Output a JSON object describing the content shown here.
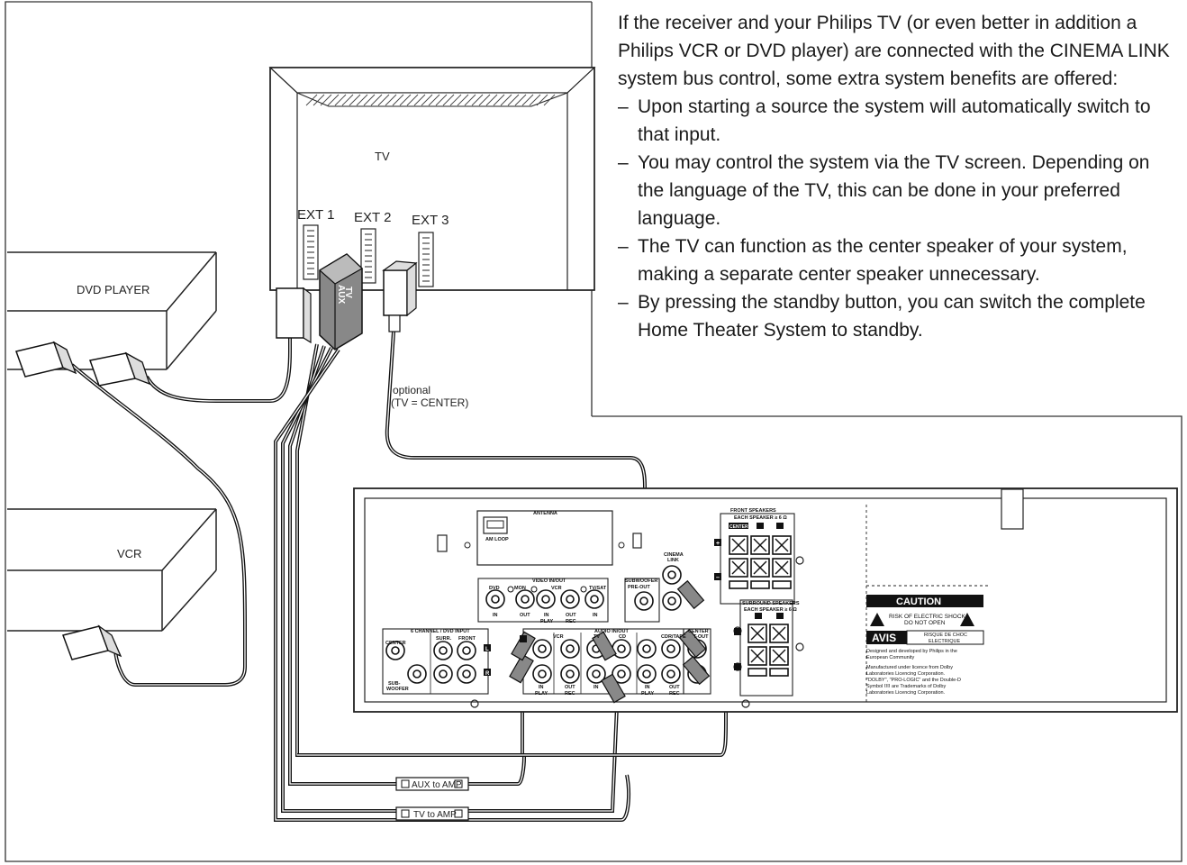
{
  "intro": "If the receiver and your Philips TV (or even better in addition a Philips VCR or DVD player) are connected with the CINEMA LINK system bus control, some extra system benefits are offered:",
  "benefits": [
    "Upon starting a source the system will automatically switch to that input.",
    "You may control the system via the TV screen. Depending on the language of the TV, this can be done in your preferred language.",
    "The TV can function as the center speaker of your system, making a separate center speaker unnecessary.",
    "By pressing the standby button, you can switch the complete Home Theater System to standby."
  ],
  "tv": {
    "label": "TV",
    "ext1": "EXT 1",
    "ext2": "EXT 2",
    "ext3": "EXT 3",
    "plug_tv": "TV",
    "plug_aux": "AUX"
  },
  "devices": {
    "dvd_player": "DVD PLAYER",
    "vcr": "VCR"
  },
  "optional_note": {
    "line1": "optional",
    "line2": "(TV = CENTER)"
  },
  "cables": {
    "aux_to_amp": "AUX to AMP",
    "tv_to_amp": "TV to AMP"
  },
  "receiver": {
    "antenna": "ANTENNA",
    "am_loop": "AM LOOP",
    "video_in_out": "VIDEO IN/OUT",
    "video_labels": {
      "dvd": "DVD",
      "mon": "MON",
      "vcr": "VCR",
      "tvsat": "TV/SAT",
      "in": "IN",
      "out": "OUT",
      "in2": "IN",
      "play": "PLAY",
      "out2": "OUT",
      "rec": "REC",
      "in3": "IN"
    },
    "subwoofer": "SUBWOOFER",
    "pre_out": "PRE-OUT",
    "cinema_link_1": "CINEMA",
    "cinema_link_2": "LINK",
    "six_channel": "6 CHANNEL / DVD INPUT",
    "center": "CENTER",
    "surr": "SURR.",
    "front": "FRONT",
    "sub_1": "SUB-",
    "sub_2": "WOOFER",
    "l_badge": "L",
    "r_badge": "R",
    "audio_in_out": "AUDIO IN/OUT",
    "audio_labels": {
      "vcr": "VCR",
      "tv": "TV",
      "cd": "CD",
      "cdr": "CDR/TAPE",
      "center2": "CENTER",
      "tout": "T-OUT",
      "in": "IN",
      "play": "PLAY",
      "out": "OUT",
      "rec": "REC",
      "in2": "IN",
      "in3": "IN",
      "play2": "PLAY",
      "out2": "OUT",
      "rec2": "REC"
    },
    "front_speakers": "FRONT SPEAKERS",
    "each_speaker": "EACH SPEAKER ≥ 6 Ω",
    "center_badge": "CENTER",
    "surround_speakers": "SURROUND SPEAKERS",
    "each_speaker2": "EACH SPEAKER ≥ 6 Ω",
    "plus": "+",
    "minus": "–",
    "caution": "CAUTION",
    "risk1": "RISK OF ELECTRIC SHOCK",
    "risk2": "DO NOT OPEN",
    "avis": "AVIS",
    "risque1": "RISQUE DE CHOC",
    "risque2": "ELECTRIQUE",
    "designed1": "Designed and developed by Philips in the",
    "designed2": "European Community",
    "lic1": "Manufactured under licence from Dolby",
    "lic2": "Laboratories Licencing Corporation.",
    "lic3": "\"DOLBY\", \"PRO-LOGIC\" and the Double-D",
    "lic4": "Symbol ⌷⌷ are Trademarks of Dolby",
    "lic5": "Laboratories Licencing Corporation."
  }
}
